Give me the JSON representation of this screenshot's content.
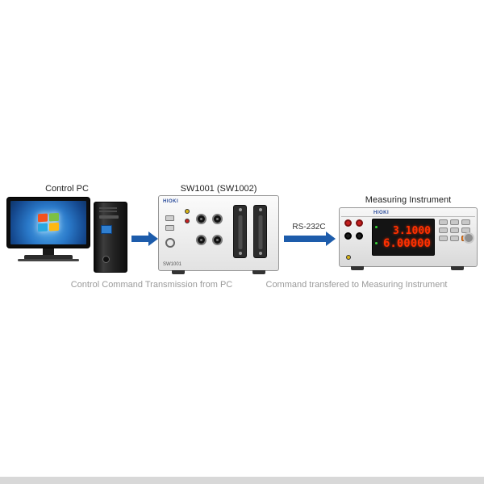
{
  "labels": {
    "control_pc": "Control PC",
    "sw1001": "SW1001 (SW1002)",
    "measuring_instrument": "Measuring Instrument",
    "rs232c": "RS-232C"
  },
  "captions": {
    "left": "Control Command Transmission from PC",
    "right": "Command transfered to Measuring Instrument"
  },
  "devices": {
    "sw1001": {
      "brand": "HIOKI",
      "model": "SW1001"
    },
    "meter": {
      "brand": "HIOKI",
      "display_top": "3.1000",
      "display_bottom": "6.00000"
    }
  },
  "colors": {
    "arrow_blue": "#1d5cab",
    "digit_red": "#ff3000",
    "windows_red": "#f3511e",
    "windows_green": "#7cc043",
    "windows_blue": "#29a8e0",
    "windows_yellow": "#fdb813"
  }
}
